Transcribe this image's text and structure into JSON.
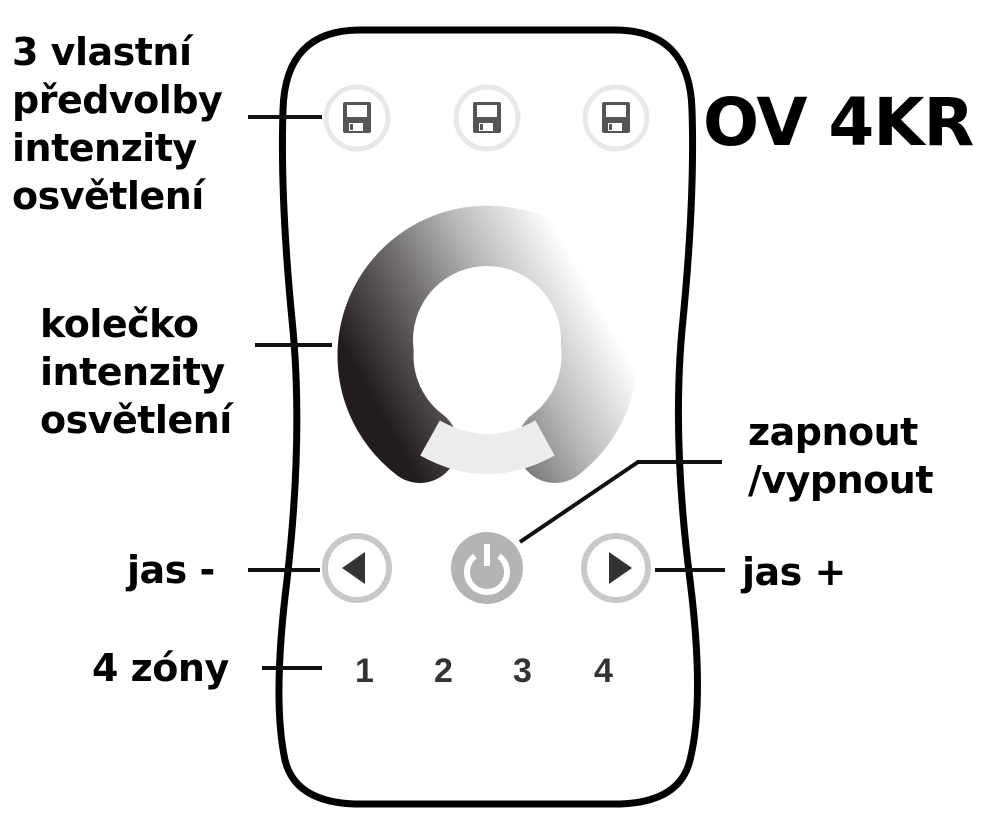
{
  "title": "OV 4KR",
  "labels": {
    "presets": [
      "3 vlastní",
      "předvolby",
      "intenzity",
      "osvětlení"
    ],
    "wheel": [
      "kolečko",
      "intenzity",
      "osvětlení"
    ],
    "power": [
      "zapnout",
      "/vypnout"
    ],
    "brightness_down": "jas -",
    "brightness_up": "jas +",
    "zones": "4 zóny"
  },
  "zone_numbers": [
    "1",
    "2",
    "3",
    "4"
  ],
  "icons": {
    "preset": "floppy-save-icon",
    "left": "triangle-left-icon",
    "power": "power-icon",
    "right": "triangle-right-icon"
  }
}
